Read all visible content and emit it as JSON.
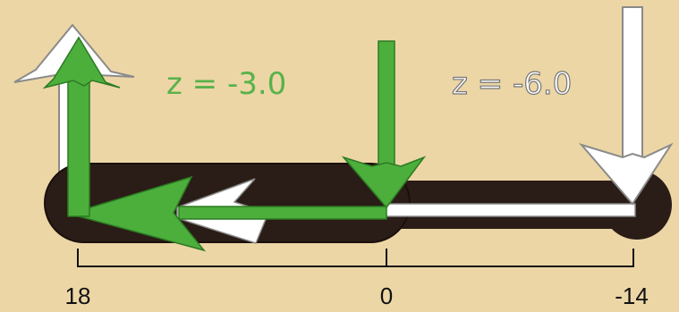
{
  "labels": {
    "green_z": "z = -3.0",
    "white_z": "z = -6.0"
  },
  "scale": {
    "left_tick": "18",
    "middle_tick": "0",
    "right_tick": "-14"
  },
  "colors": {
    "background": "#ecd6a6",
    "green": "#4caf3c",
    "green_text": "#58b24a",
    "white": "#ffffff",
    "dark_track": "#2a1c16",
    "outline": "#7a7a7a"
  }
}
